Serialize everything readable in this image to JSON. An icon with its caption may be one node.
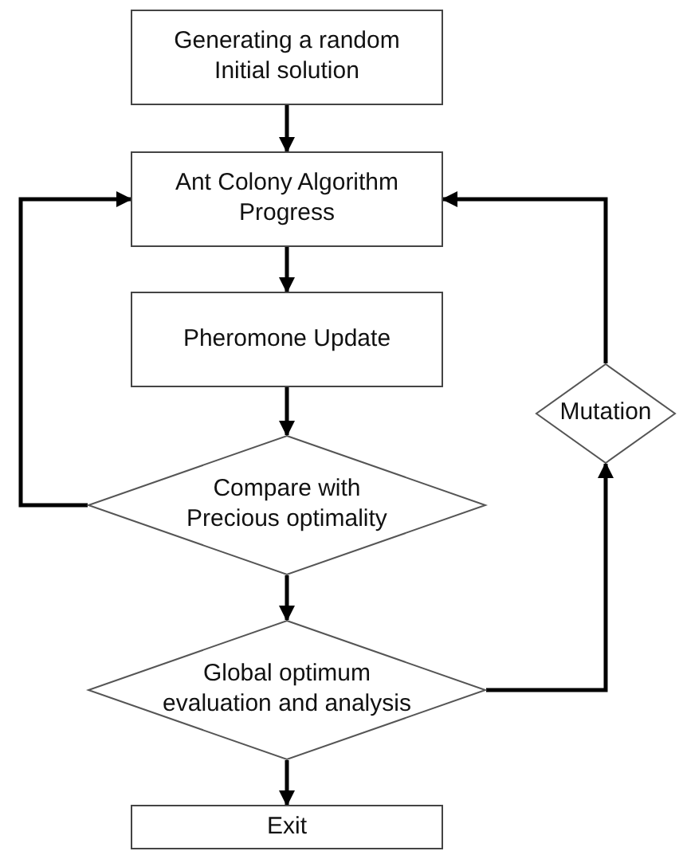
{
  "diagram": {
    "nodes": [
      {
        "text": [
          "Generating a random Initial solution"
        ]
      },
      {
        "text": [
          "Ant Colony Algorithm Progress"
        ]
      },
      {
        "text": [
          "Pheromone Update"
        ]
      },
      {
        "text": [
          "Compare with Precious optimality"
        ]
      },
      {
        "text": [
          "Global optimum evaluation and analysis"
        ]
      },
      {
        "text": [
          "Exit"
        ]
      },
      {
        "text": [
          "Mutation"
        ]
      }
    ],
    "edges": [
      {
        "from": 0,
        "to": 1,
        "arrow": "to"
      },
      {
        "from": 1,
        "to": 2,
        "arrow": "to"
      },
      {
        "from": 2,
        "to": 3,
        "arrow": "to"
      },
      {
        "from": 3,
        "to": 1,
        "arrow": "to"
      },
      {
        "from": 3,
        "to": 4,
        "arrow": "to"
      },
      {
        "from": 4,
        "to": 5,
        "arrow": "to"
      },
      {
        "from": 4,
        "to": 6,
        "arrow": "to"
      },
      {
        "from": 6,
        "to": 1,
        "arrow": "to"
      }
    ]
  }
}
